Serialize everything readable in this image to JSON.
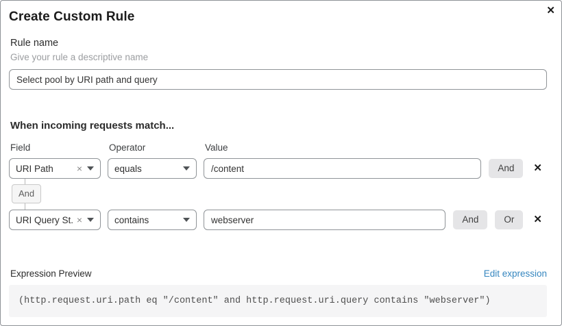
{
  "modal": {
    "title": "Create Custom Rule"
  },
  "icons": {
    "close": "✕",
    "clear": "×",
    "delete_row": "✕"
  },
  "rule_name": {
    "label": "Rule name",
    "help": "Give your rule a descriptive name",
    "value": "Select pool by URI path and query"
  },
  "matcher": {
    "heading": "When incoming requests match...",
    "columns": {
      "field": "Field",
      "operator": "Operator",
      "value": "Value"
    },
    "connector": "And",
    "rows": [
      {
        "field": "URI Path",
        "operator": "equals",
        "value": "/content",
        "buttons": [
          "And"
        ]
      },
      {
        "field": "URI Query St...",
        "operator": "contains",
        "value": "webserver",
        "buttons": [
          "And",
          "Or"
        ]
      }
    ]
  },
  "expression": {
    "label": "Expression Preview",
    "edit_link": "Edit expression",
    "code": "(http.request.uri.path eq \"/content\" and http.request.uri.query contains \"webserver\")"
  },
  "colors": {
    "link": "#3586bf",
    "logic_button_bg": "#e5e5e7",
    "code_block_bg": "#f5f5f6",
    "border": "#8f9397"
  }
}
